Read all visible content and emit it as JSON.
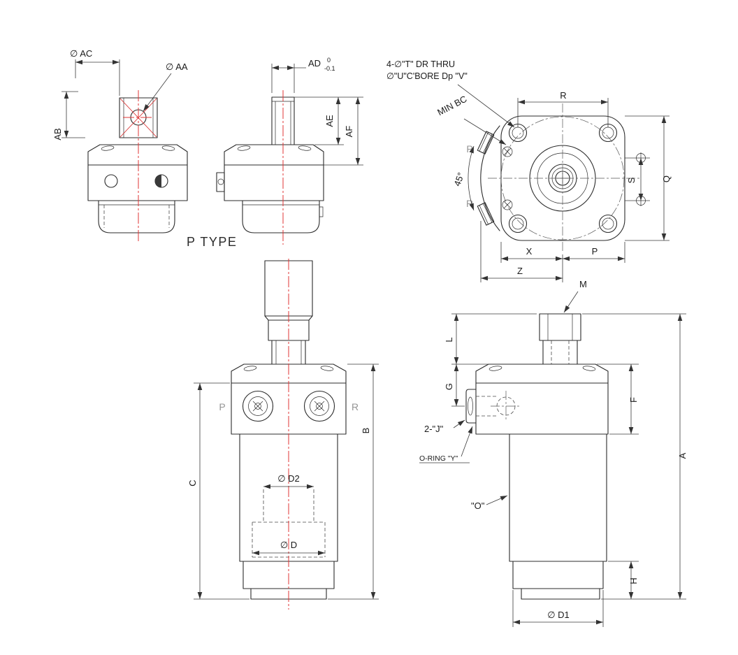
{
  "title": "P TYPE",
  "dims": {
    "phi_ac": "∅ AC",
    "phi_aa": "∅ AA",
    "ab": "AB",
    "ad": "AD",
    "ad_tol_upper": "0",
    "ad_tol_lower": "-0.1",
    "ae": "AE",
    "af": "AF",
    "r": "R",
    "s": "S",
    "q": "Q",
    "x": "X",
    "p": "P",
    "z": "Z",
    "m": "M",
    "l": "L",
    "g": "G",
    "f": "F",
    "a": "A",
    "b": "B",
    "c": "C",
    "h": "H",
    "phi_d2": "∅ D2",
    "phi_d": "∅ D",
    "phi_d1": "∅ D1",
    "angle_45": "45°"
  },
  "callouts": {
    "drill_thru": "4-∅\"T\" DR THRU",
    "cbore": "∅\"U\"C'BORE Dp \"V\"",
    "min_bc": "MIN BC",
    "two_j": "2-\"J\"",
    "o_ring_y": "O-RING \"Y\"",
    "o": "\"O\""
  },
  "ports": {
    "p": "P",
    "r": "R"
  }
}
